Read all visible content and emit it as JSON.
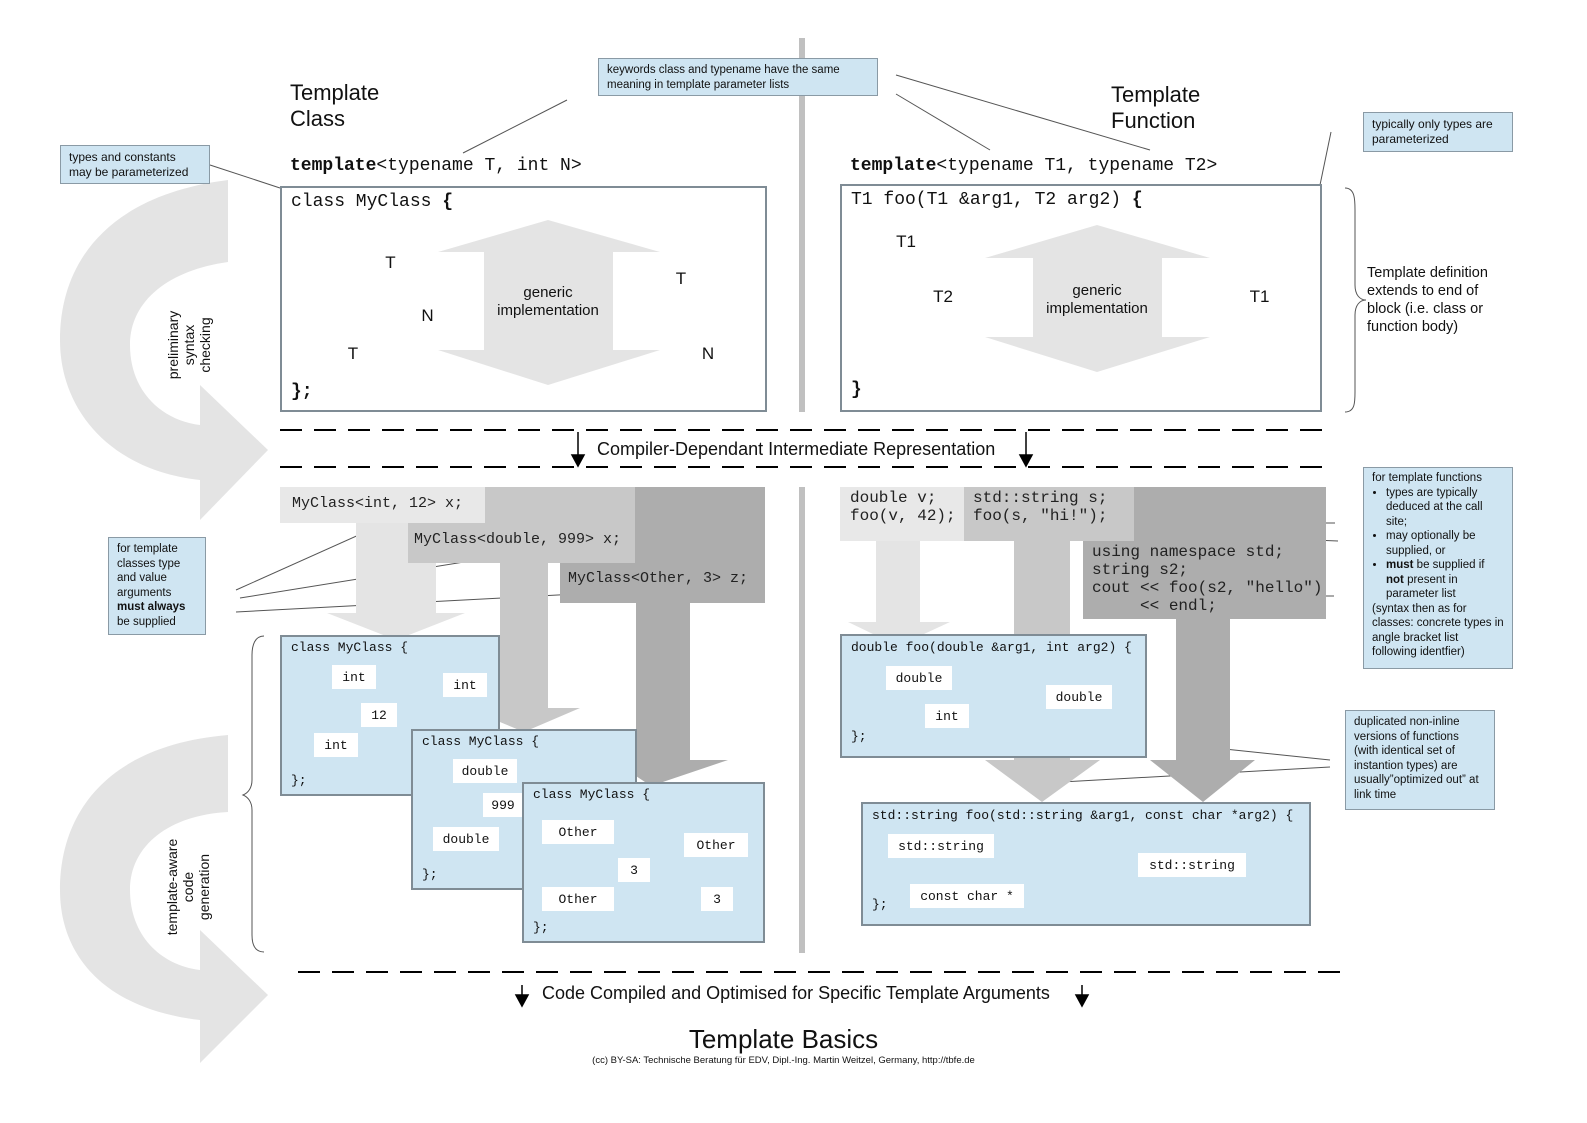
{
  "headings": {
    "template_class": "Template\nClass",
    "template_function": "Template\nFunction"
  },
  "notes": {
    "keywords": "keywords class and typename have the same meaning in template parameter lists",
    "types_constants": "types and constants may be parameterized",
    "only_types": "typically only types are parameterized",
    "template_definition": "Template definition extends to end of block (i.e. class or function body)",
    "class_args_pre": "for template classes type and value arguments",
    "class_args_bold": "must always",
    "class_args_post": "be supplied",
    "fn_intro": "for template functions",
    "fn_item1": "types are typically deduced at the call site;",
    "fn_item2": "may optionally be supplied, or",
    "fn_item3_bold": "must",
    "fn_item3_mid": " be supplied if ",
    "fn_item3_not": "not",
    "fn_item3_post": " present in parameter list",
    "fn_outro": "(syntax then as for classes: concrete types in angle bracket list following identfier)",
    "duplicated": "duplicated non-inline versions of functions (with identical set of instantion types) are usually”optimized out” at link time"
  },
  "class_def": {
    "template_kw": "template",
    "template_params": "<typename T, int N>",
    "header_plain": "class MyClass ",
    "open_brace": "{",
    "close": "};",
    "generic": "generic\nimplementation",
    "params": [
      "T",
      "N",
      "T",
      "T",
      "N"
    ]
  },
  "func_def": {
    "template_kw": "template",
    "template_params": "<typename T1, typename T2>",
    "header_plain": "T1 foo(T1 &arg1, T2 arg2) ",
    "open_brace": "{",
    "close": "}",
    "generic": "generic\nimplementation",
    "params": [
      "T1",
      "T2",
      "T1"
    ]
  },
  "side_labels": {
    "preliminary": "preliminary\nsyntax\nchecking",
    "template_aware": "template-aware\ncode\ngeneration"
  },
  "phases": {
    "intermediate": "Compiler-Dependant Intermediate Representation",
    "compiled": "Code Compiled and Optimised for Specific Template Arguments"
  },
  "class_uses": [
    "MyClass<int, 12> x;",
    "MyClass<double, 999> x;",
    "MyClass<Other, 3> z;"
  ],
  "func_uses": {
    "a": "double v;\nfoo(v, 42);",
    "b": "std::string s;\nfoo(s, \"hi!\");",
    "c": "using namespace std;\nstring s2;\ncout << foo(s2, \"hello\")\n     << endl;"
  },
  "class_instances": [
    {
      "header": "class MyClass {",
      "close": "};",
      "args": [
        "int",
        "int",
        "12",
        "int"
      ]
    },
    {
      "header": "class MyClass {",
      "close": "};",
      "args": [
        "double",
        "999",
        "double"
      ]
    },
    {
      "header": "class MyClass {",
      "close": "};",
      "args": [
        "Other",
        "Other",
        "3",
        "Other",
        "3"
      ]
    }
  ],
  "func_instances": [
    {
      "header": "double foo(double &arg1, int arg2) {",
      "close": "};",
      "args": [
        "double",
        "double",
        "int"
      ]
    },
    {
      "header": "std::string foo(std::string &arg1, const char *arg2) {",
      "close": "};",
      "args": [
        "std::string",
        "std::string",
        "const char *"
      ]
    }
  ],
  "footer": {
    "title": "Template Basics",
    "credit": "(cc) BY-SA: Technische Beratung für EDV, Dipl.-Ing. Martin Weitzel, Germany, http://tbfe.de"
  },
  "colors": {
    "box_blue": "#cfe5f2",
    "arrow_light": "#e4e4e4",
    "arrow_mid": "#c8c8c8",
    "arrow_dark": "#adadad"
  }
}
